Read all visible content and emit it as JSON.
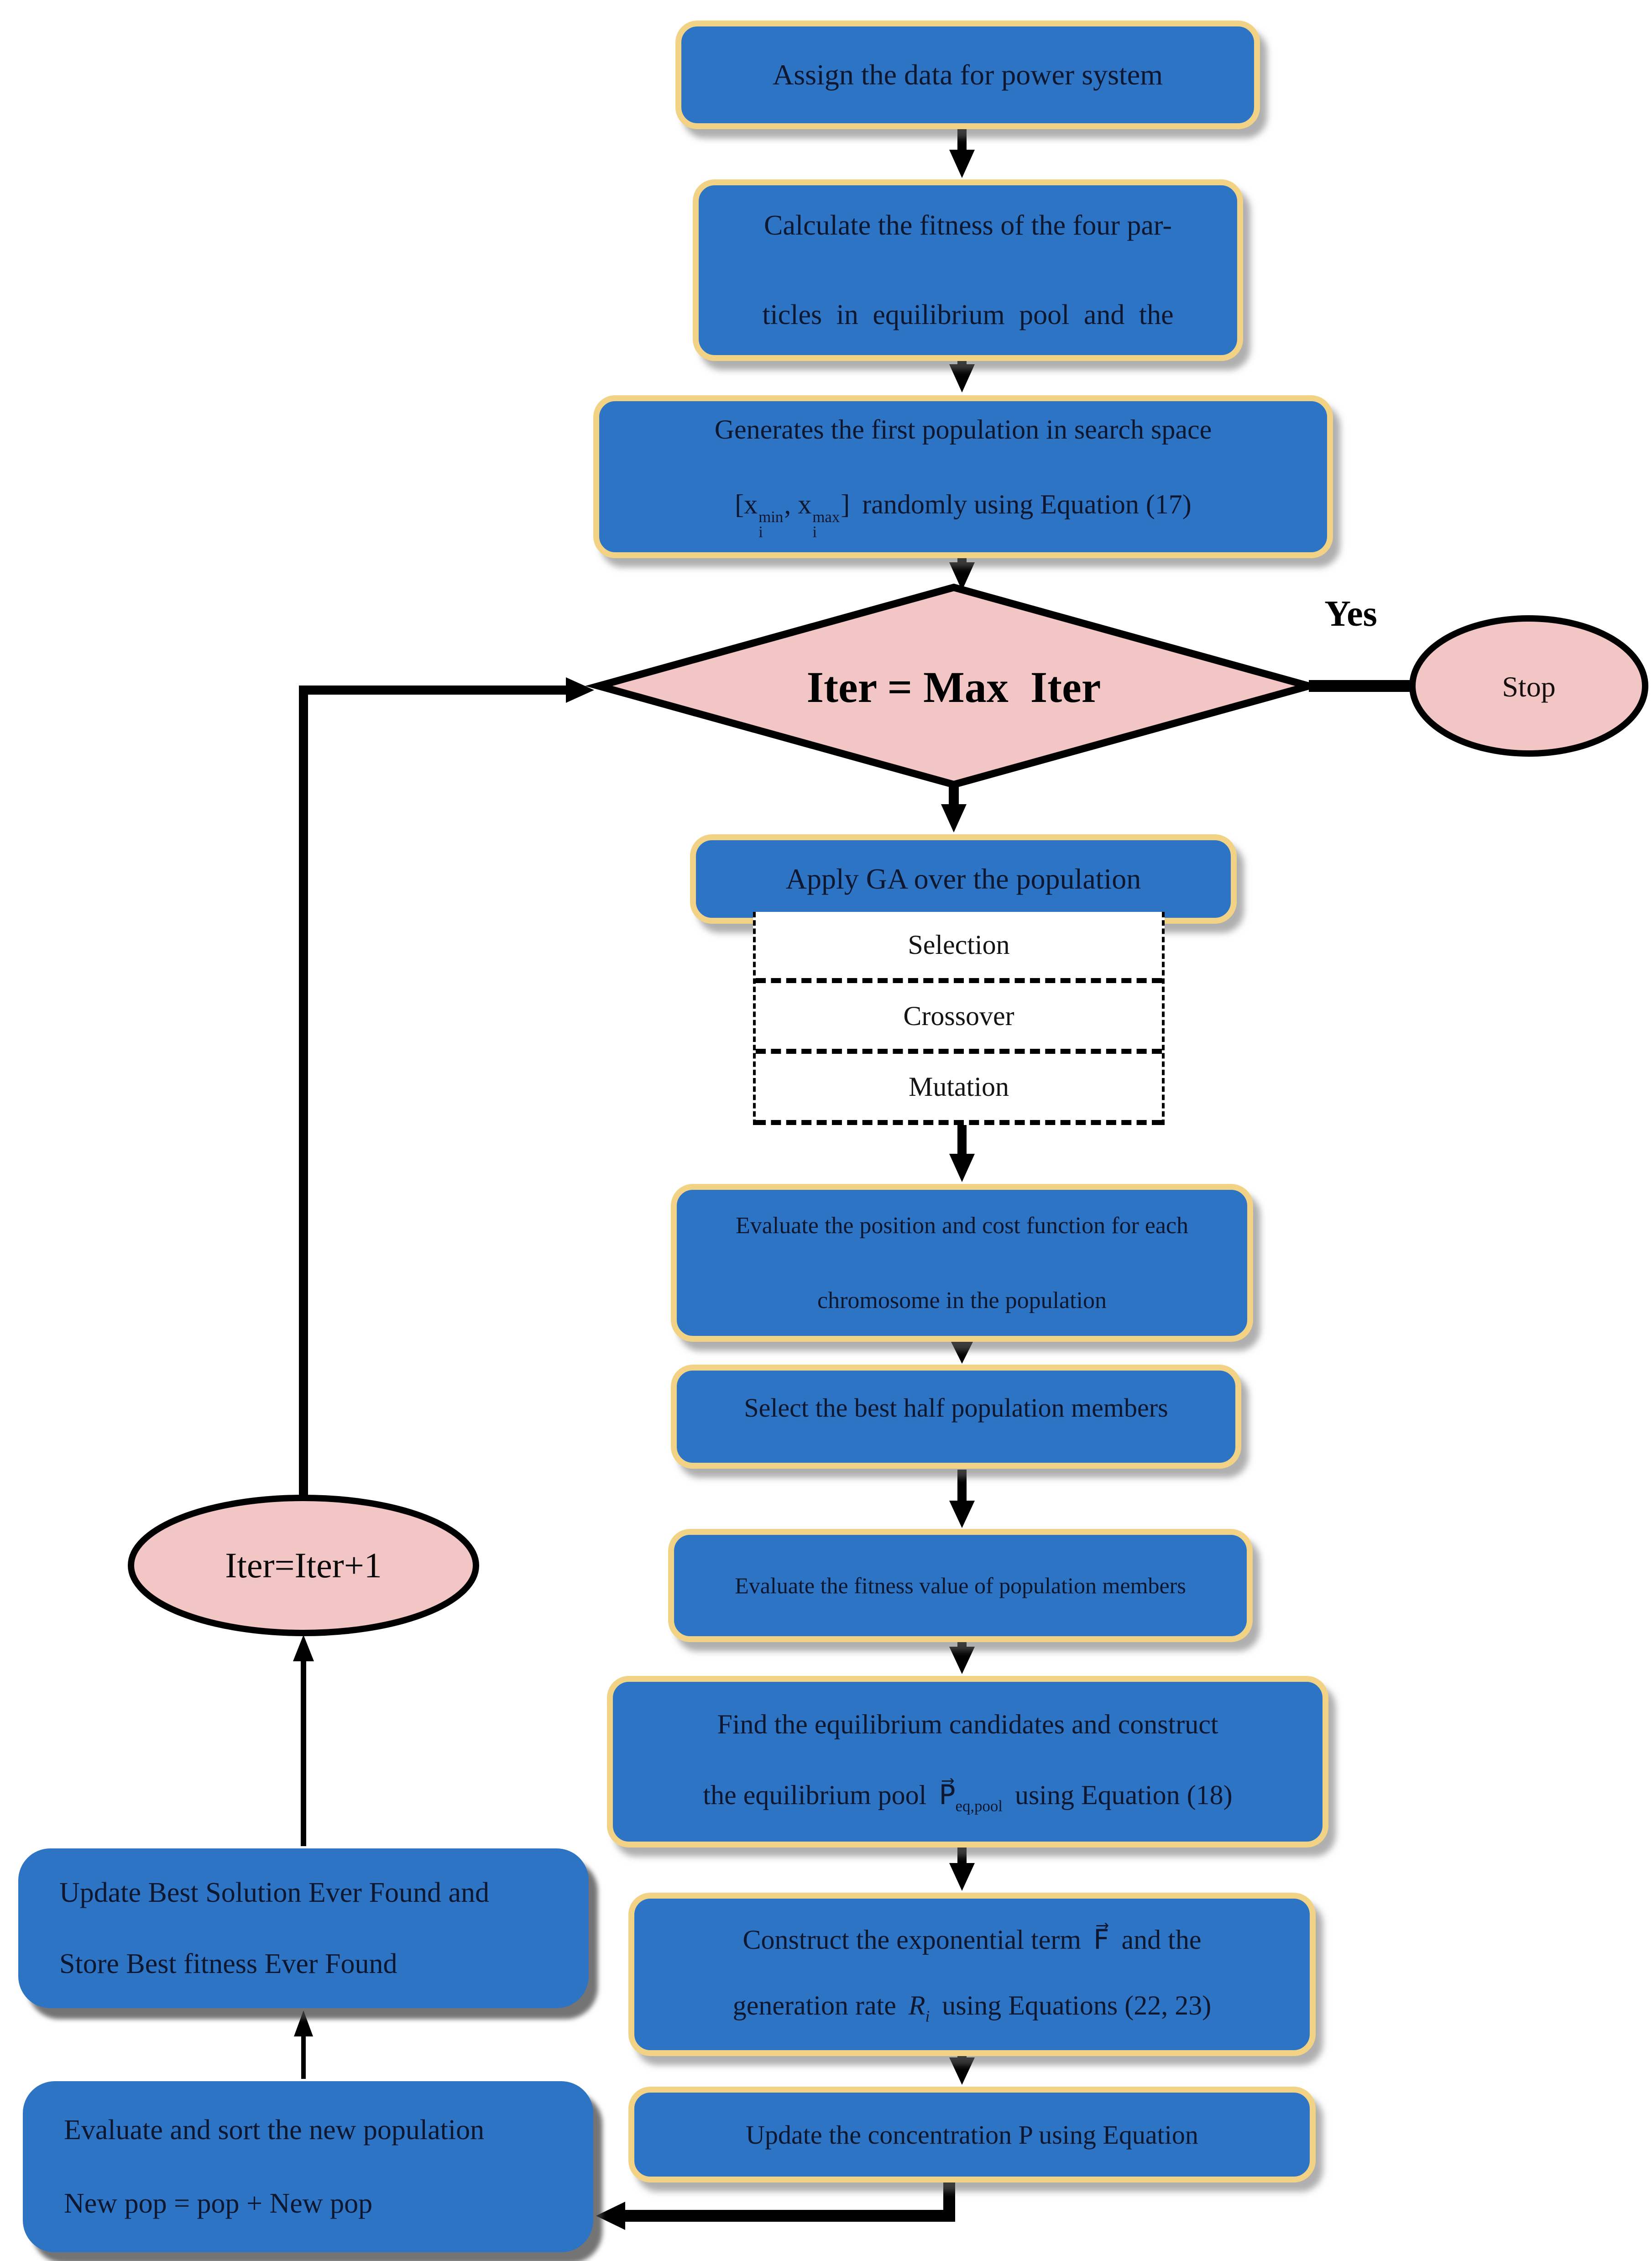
{
  "colors": {
    "box_blue": "#2E74C4",
    "border_yellow": "#F2D386",
    "shape_pink": "#F3C6C6",
    "text_dark": "#0D1830",
    "arrow_black": "#000000"
  },
  "nodes": {
    "assign": {
      "text": "Assign the data for power system"
    },
    "calc": {
      "line1": "Calculate the fitness of the four par-",
      "line2": "ticles in equilibrium pool and the"
    },
    "generate": {
      "line1": "Generates the first population in search space",
      "bracket_open": "[x",
      "sup1": "min",
      "sub1": "i",
      "comma": ", x",
      "sup2": "max",
      "sub2": "i",
      "bracket_close": "]",
      "rest": "randomly using Equation (17)"
    },
    "decision": {
      "text": "Iter = Max  Iter"
    },
    "yes": {
      "text": "Yes"
    },
    "stop": {
      "text": "Stop"
    },
    "apply_ga": {
      "text": "Apply GA over the population"
    },
    "ga_steps": [
      "Selection",
      "Crossover",
      "Mutation"
    ],
    "eval_pos": {
      "line1": "Evaluate the position and cost function for each",
      "line2": "chromosome in the population"
    },
    "select_half": {
      "text": "Select the best half population members"
    },
    "eval_fit": {
      "text": "Evaluate the fitness value of population members"
    },
    "find_eq": {
      "line1": "Find the equilibrium candidates and construct",
      "line2_pre": "the equilibrium pool",
      "vec": "P⃗",
      "vec_sub": "eq,pool",
      "line2_post": "using Equation (18)"
    },
    "construct": {
      "line1_pre": "Construct the exponential term",
      "vec": "F⃗",
      "line1_post": "and the",
      "line2_pre": "generation rate",
      "rvar": "R",
      "rsub": "i",
      "line2_post": "using Equations (22, 23)"
    },
    "update_conc": {
      "text": "Update the concentration P using Equation"
    },
    "update_best": {
      "line1": "Update Best Solution Ever Found and",
      "line2": "Store Best fitness Ever Found"
    },
    "new_pop": {
      "line1": "Evaluate and sort the new population",
      "line2": "New pop = pop + New pop"
    },
    "iter_inc": {
      "text": "Iter=Iter+1"
    }
  }
}
